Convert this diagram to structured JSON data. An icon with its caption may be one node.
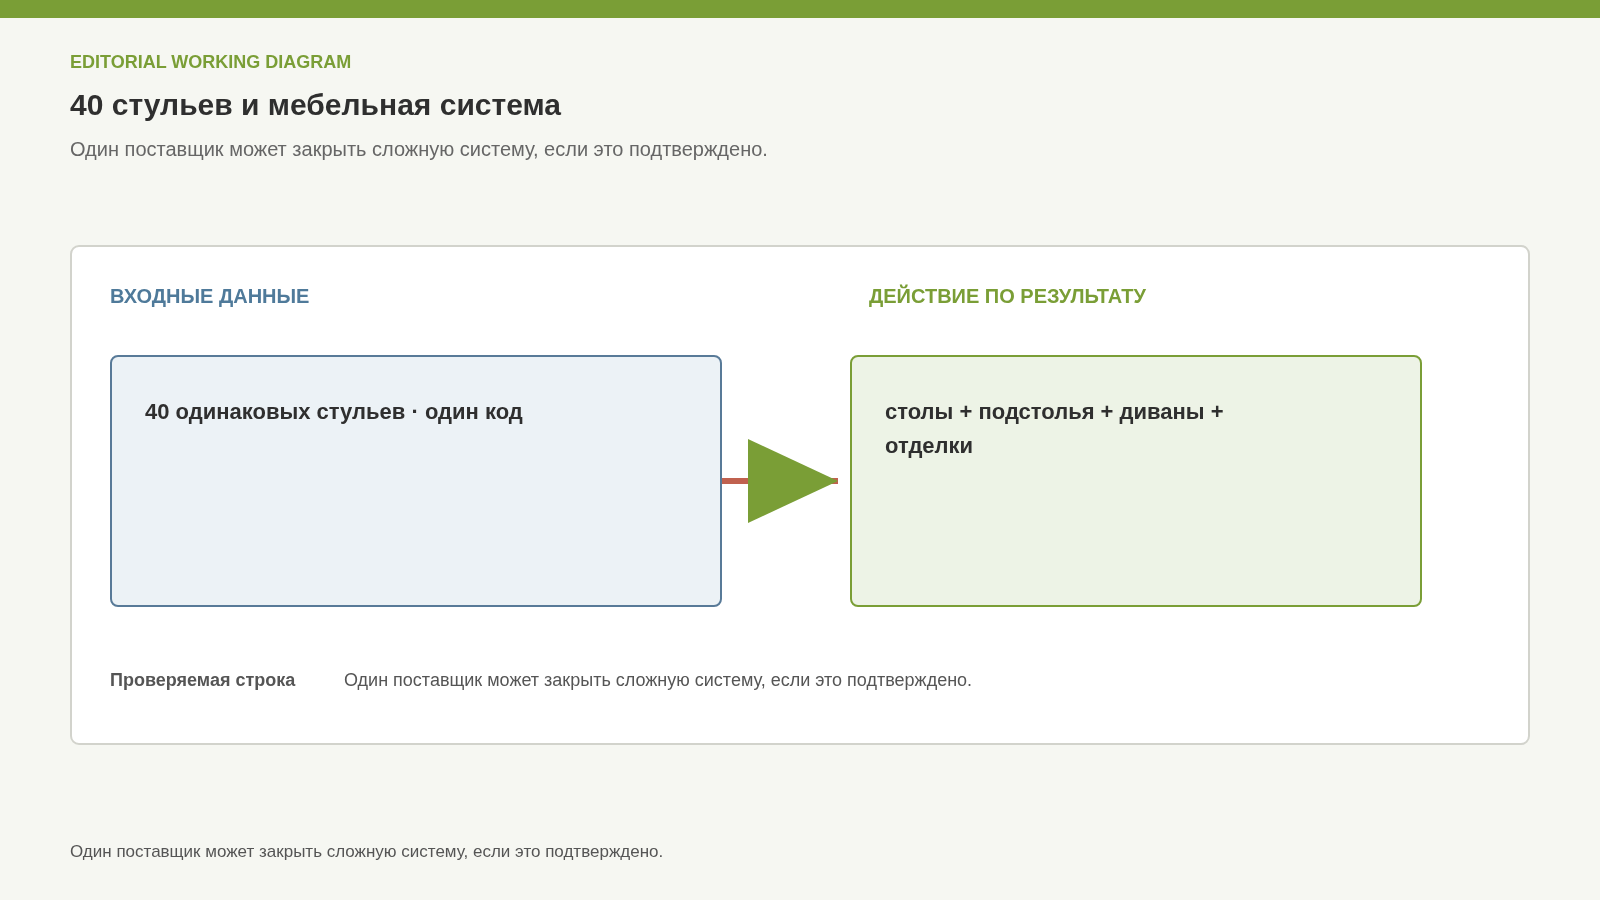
{
  "diagram": {
    "title": "40 стульев и мебельная система",
    "labels": [
      "EDITORIAL WORKING DIAGRAM",
      "Один поставщик может закрыть сложную систему, если это подтверждено."
    ],
    "nodes": [
      {
        "text": [],
        "shape": "bar"
      },
      {
        "text": [
          "Проверяемая строка",
          "Один поставщик может закрыть сложную систему, если это подтверждено."
        ]
      },
      {
        "text": [
          "ВХОДНЫЕ ДАННЫЕ",
          "40 одинаковых стульев · один код"
        ],
        "in": 1
      },
      {
        "text": [
          "ДЕЙСТВИЕ ПО РЕЗУЛЬТАТУ",
          "столы + подстолья + диваны + отделки"
        ],
        "in": 1
      }
    ],
    "edges": [
      {
        "from": 2,
        "to": 3,
        "arrow": "to"
      }
    ],
    "caption": "Один поставщик может закрыть сложную систему, если это подтверждено."
  }
}
